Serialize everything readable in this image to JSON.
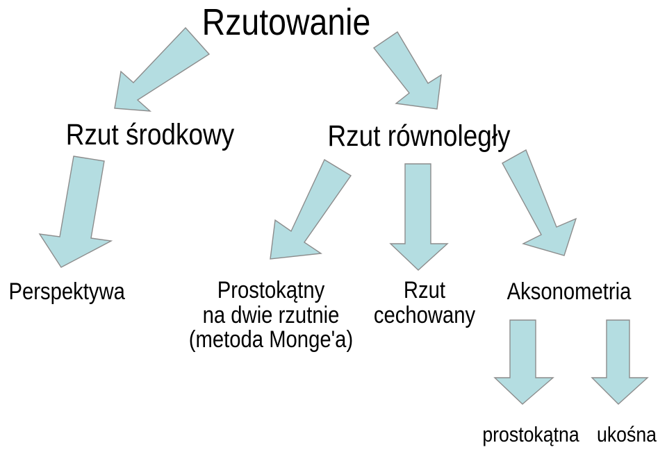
{
  "colors": {
    "arrow_fill": "#b4dde1",
    "arrow_stroke": "#8c8c8c",
    "text": "#000000",
    "background": "#ffffff"
  },
  "nodes": {
    "root": {
      "label": "Rzutowanie"
    },
    "central": {
      "label": "Rzut środkowy"
    },
    "parallel": {
      "label": "Rzut równoległy"
    },
    "perspective": {
      "label": "Perspektywa"
    },
    "orthogonal_two": {
      "lines": [
        "Prostokątny",
        "na dwie rzutnie",
        "(metoda Monge'a)"
      ]
    },
    "hatched": {
      "lines": [
        "Rzut",
        "cechowany"
      ]
    },
    "axonometry": {
      "label": "Aksonometria"
    },
    "axo_orthogonal": {
      "label": "prostokątna"
    },
    "axo_oblique": {
      "label": "ukośna"
    }
  }
}
